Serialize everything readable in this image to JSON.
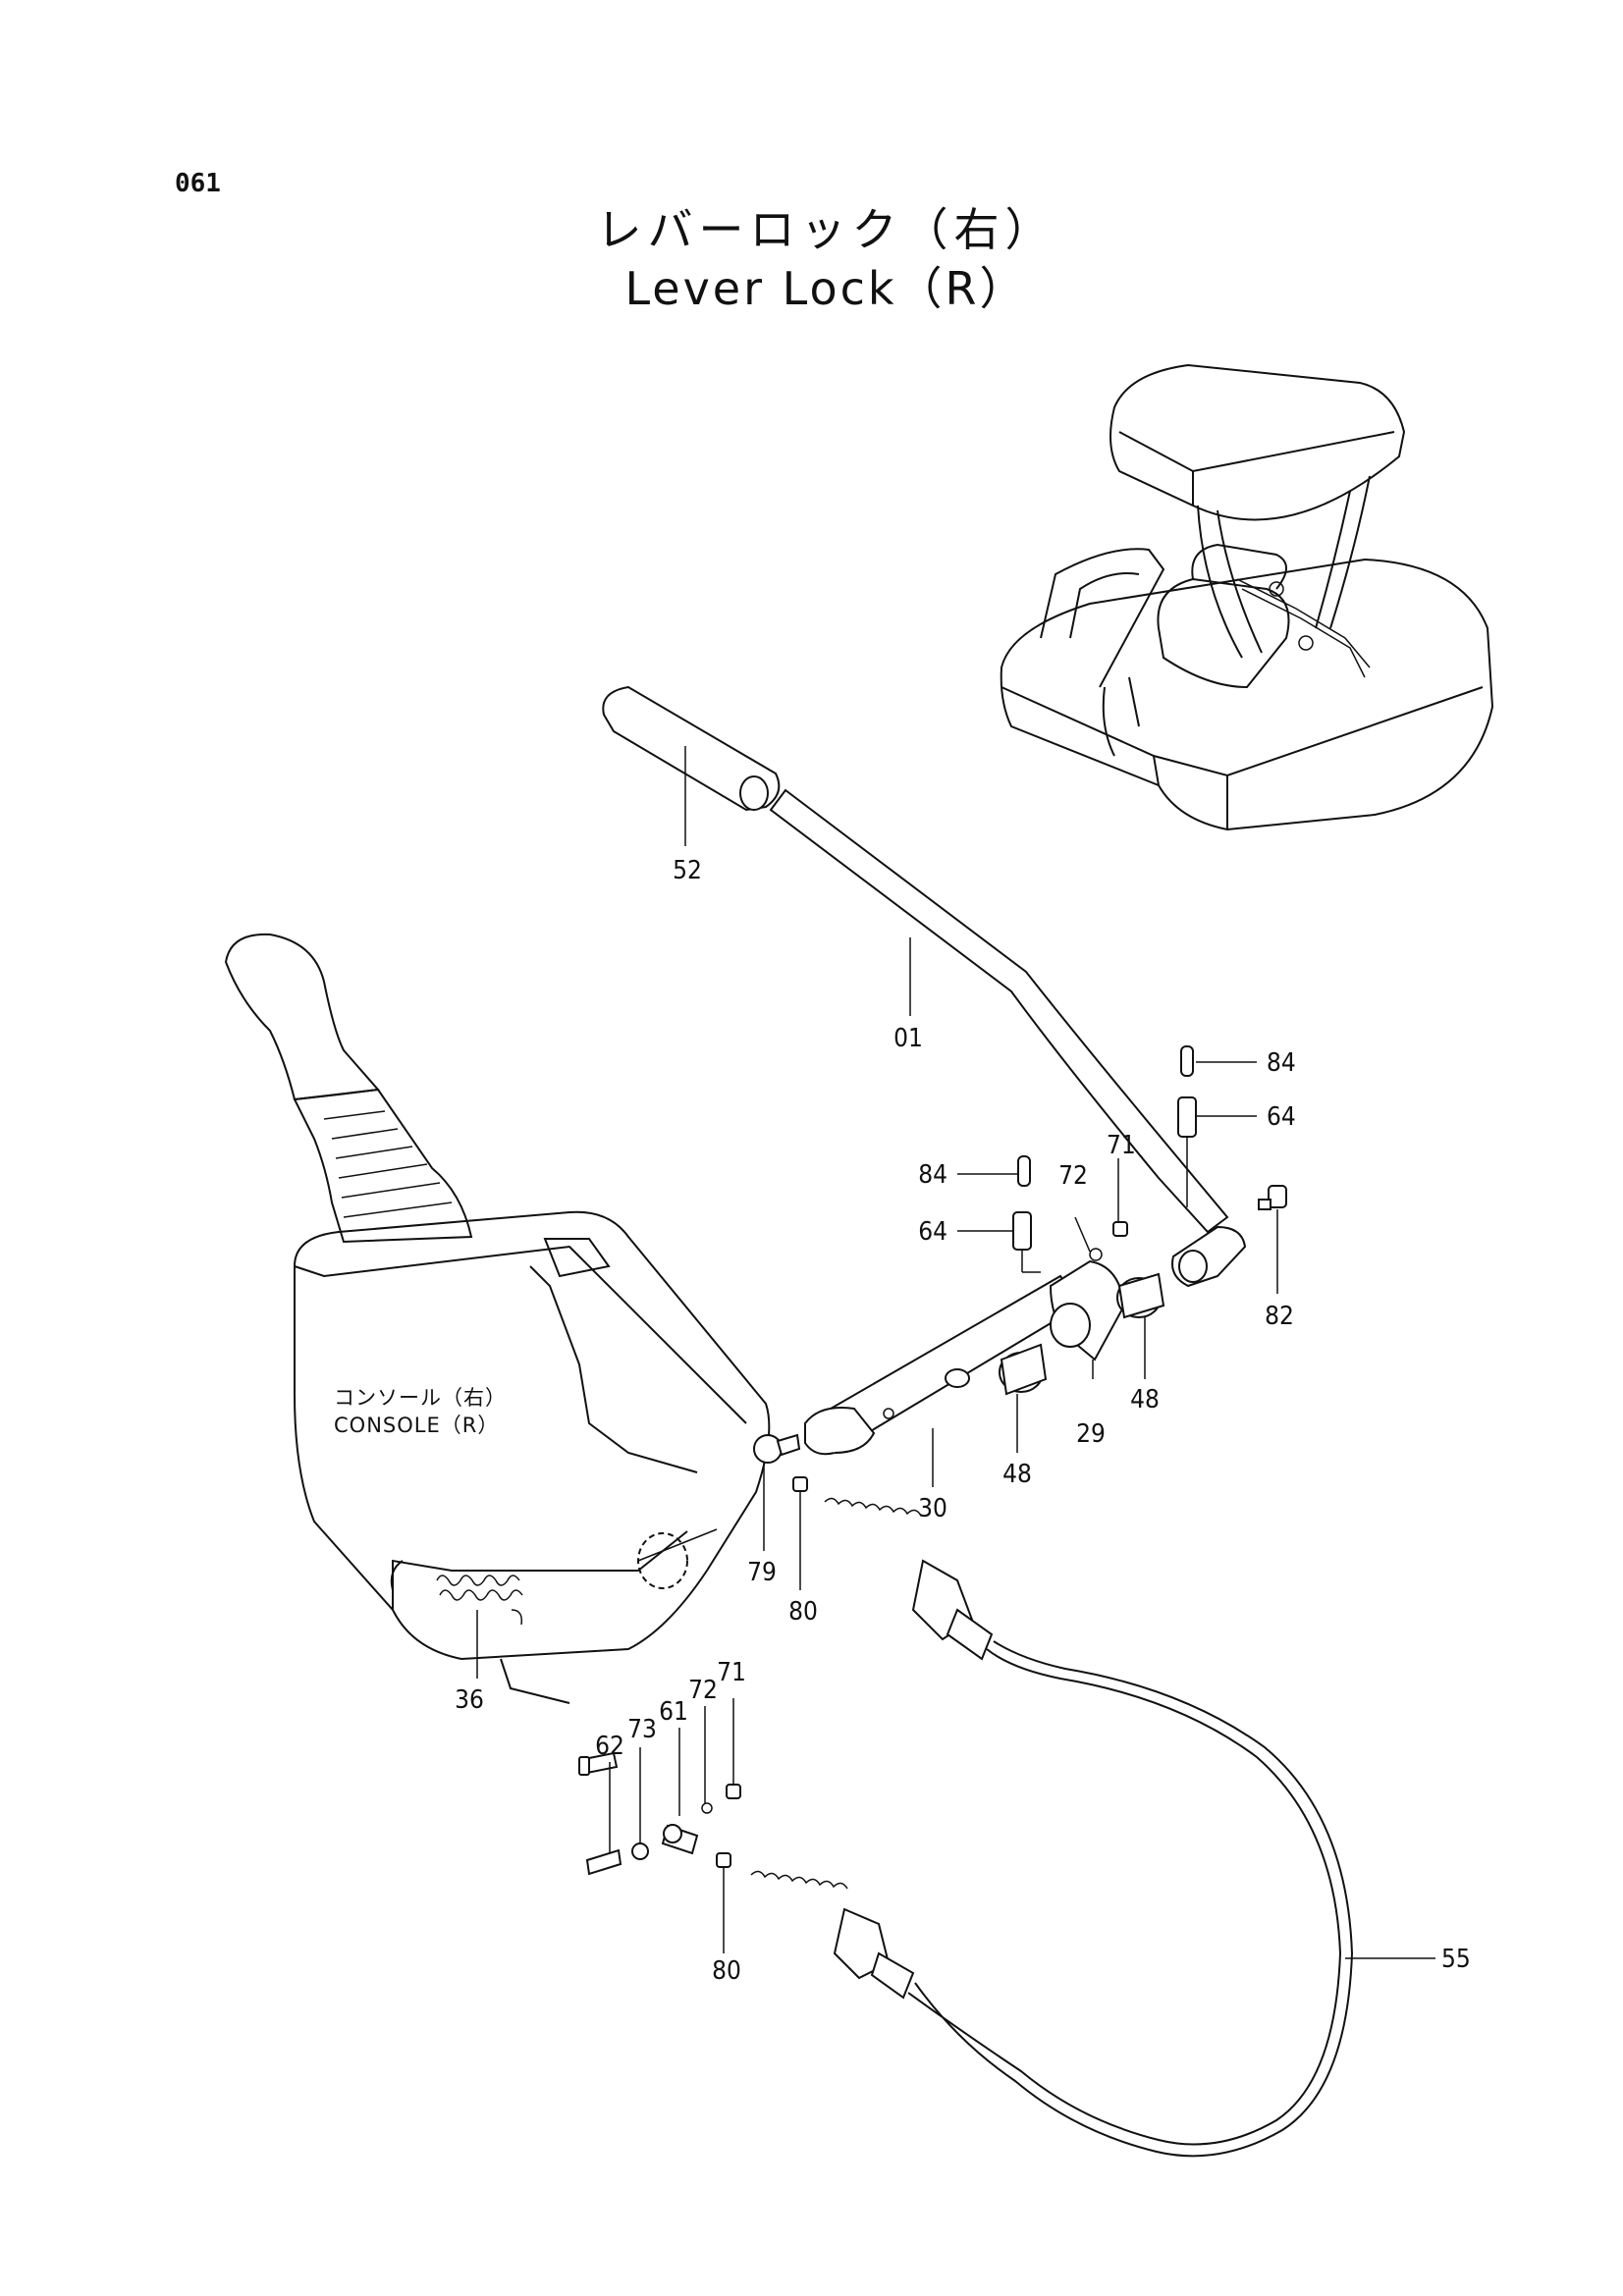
{
  "page": {
    "number": "061",
    "title_ja": "レバーロック（右）",
    "title_en": "Lever Lock（R）"
  },
  "console_label": {
    "ja": "コンソール（右）",
    "en": "CONSOLE（R）"
  },
  "callouts": [
    {
      "id": "c52",
      "label": "52"
    },
    {
      "id": "c01",
      "label": "01"
    },
    {
      "id": "c84a",
      "label": "84"
    },
    {
      "id": "c64a",
      "label": "64"
    },
    {
      "id": "c84b",
      "label": "84"
    },
    {
      "id": "c64b",
      "label": "64"
    },
    {
      "id": "c71a",
      "label": "71"
    },
    {
      "id": "c72a",
      "label": "72"
    },
    {
      "id": "c82",
      "label": "82"
    },
    {
      "id": "c48a",
      "label": "48"
    },
    {
      "id": "c29",
      "label": "29"
    },
    {
      "id": "c48b",
      "label": "48"
    },
    {
      "id": "c30",
      "label": "30"
    },
    {
      "id": "c79",
      "label": "79"
    },
    {
      "id": "c80a",
      "label": "80"
    },
    {
      "id": "c36",
      "label": "36"
    },
    {
      "id": "c62",
      "label": "62"
    },
    {
      "id": "c73",
      "label": "73"
    },
    {
      "id": "c61",
      "label": "61"
    },
    {
      "id": "c72b",
      "label": "72"
    },
    {
      "id": "c71b",
      "label": "71"
    },
    {
      "id": "c80b",
      "label": "80"
    },
    {
      "id": "c55",
      "label": "55"
    }
  ]
}
